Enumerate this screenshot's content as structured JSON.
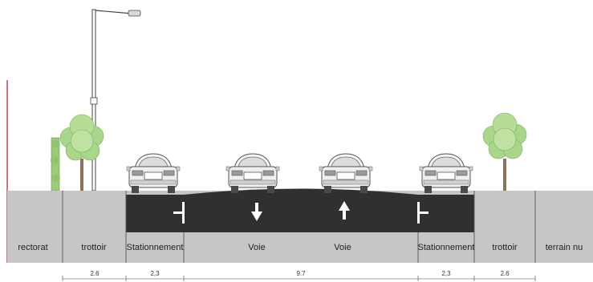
{
  "zones": [
    {
      "id": "rectorat",
      "label": "rectorat"
    },
    {
      "id": "trottoir-left",
      "label": "trottoir"
    },
    {
      "id": "stationnement-left",
      "label": "Stationnement"
    },
    {
      "id": "voie-down",
      "label": "Voie"
    },
    {
      "id": "voie-up",
      "label": "Voie"
    },
    {
      "id": "stationnement-right",
      "label": "Stationnement"
    },
    {
      "id": "trottoir-right",
      "label": "trottoir"
    },
    {
      "id": "terrain-nu",
      "label": "terrain nu"
    }
  ],
  "dimensions": [
    "2.6",
    "2,3",
    "9.7",
    "2,3",
    "2.6"
  ],
  "colors": {
    "pavement": "#c6c6c6",
    "asphalt": "#303030",
    "lane_marking": "#ffffff",
    "tree": "#a9d68a",
    "boundary_line": "#b2182b"
  },
  "icons": [
    "street-lamp-icon",
    "tree-icon",
    "hedge-icon",
    "car-icon",
    "arrow-down-icon",
    "arrow-up-icon"
  ]
}
